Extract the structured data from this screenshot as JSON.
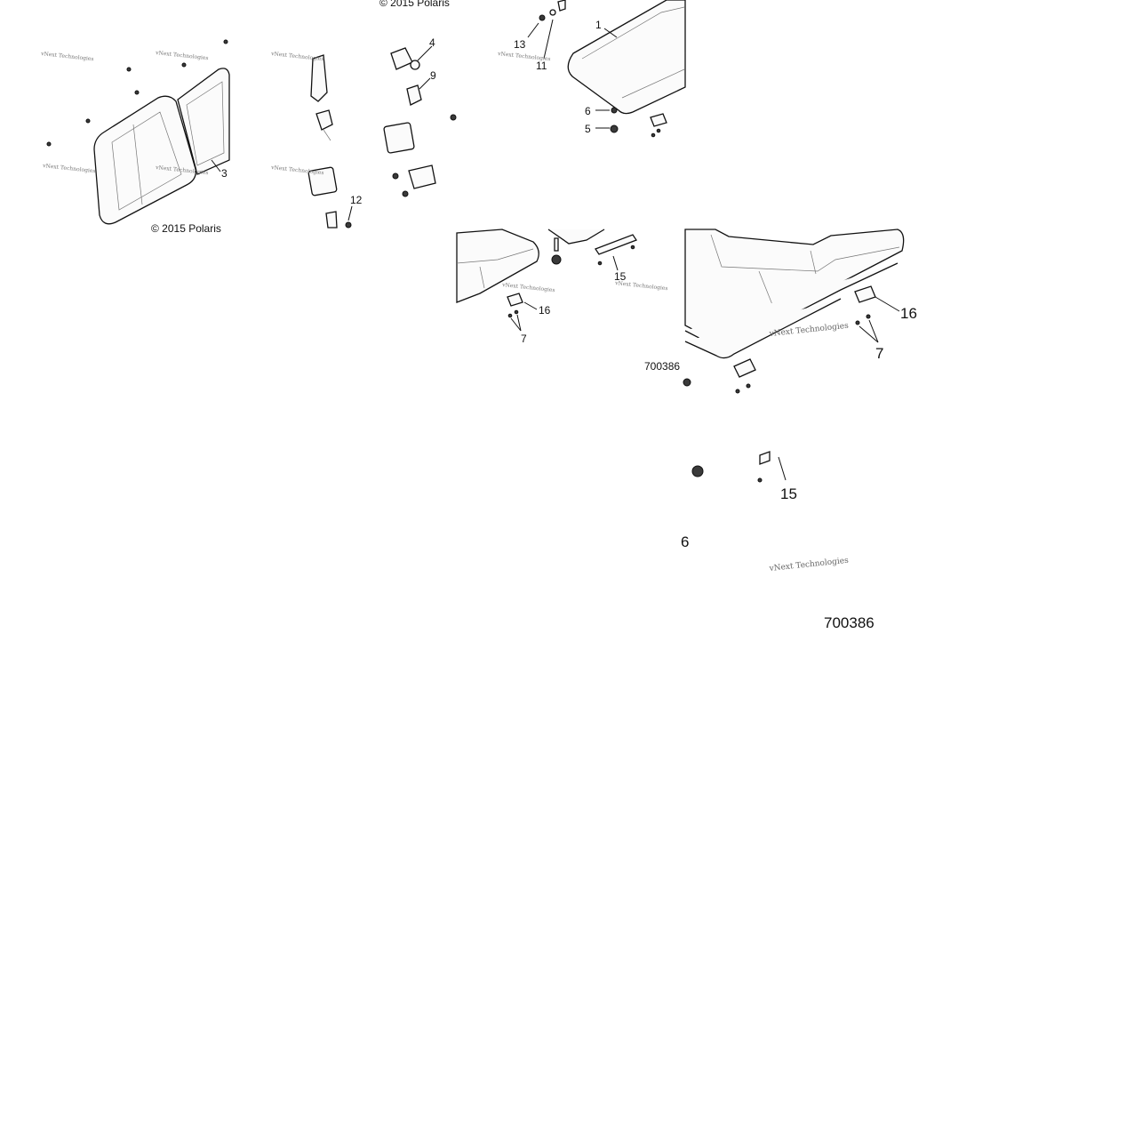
{
  "copyright": {
    "top": "© 2015 Polaris",
    "left_panel": "© 2015 Polaris"
  },
  "watermark": {
    "text": "vNext Technologies"
  },
  "drawing_number": "700386",
  "callouts": {
    "c1": "1",
    "c3": "3",
    "c4": "4",
    "c5": "5",
    "c6": "6",
    "c7_small": "7",
    "c7_large": "7",
    "c9": "9",
    "c11": "11",
    "c12": "12",
    "c13": "13",
    "c15_small": "15",
    "c15_large": "15",
    "c16_small": "16",
    "c16_large": "16",
    "c6_partial": "6"
  }
}
